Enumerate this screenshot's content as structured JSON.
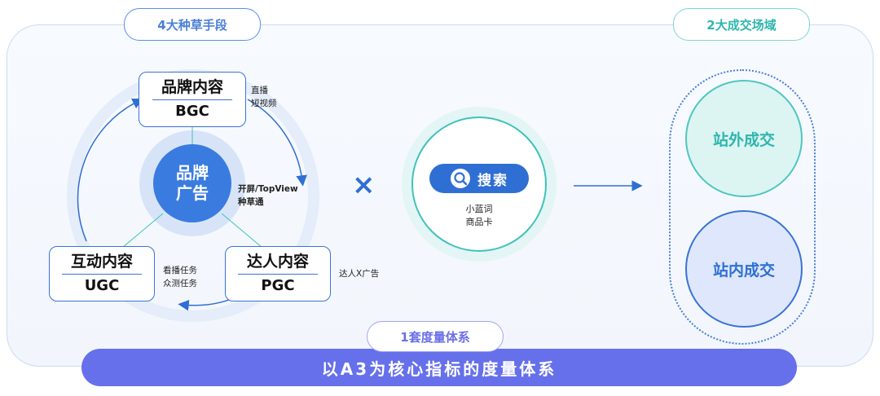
{
  "labels": {
    "seeding_methods": "4大种草手段",
    "deal_fields": "2大成交场域",
    "metric_system": "1套度量体系"
  },
  "nodes": {
    "bgc": {
      "cn": "品牌内容",
      "en": "BGC",
      "note": [
        "直播",
        "短视频"
      ]
    },
    "ugc": {
      "cn": "互动内容",
      "en": "UGC",
      "note": [
        "看播任务",
        "众测任务"
      ]
    },
    "pgc": {
      "cn": "达人内容",
      "en": "PGC",
      "note": [
        "达人X广告"
      ]
    },
    "brand_ad": {
      "lines": [
        "品牌",
        "广告"
      ],
      "note": [
        "开屏/TopView",
        "种草通"
      ]
    }
  },
  "operator": "×",
  "search": {
    "label": "搜索",
    "icon": "search-icon",
    "sub": [
      "小蓝词",
      "商品卡"
    ]
  },
  "deals": {
    "outside": "站外成交",
    "inside": "站内成交"
  },
  "bottom_banner": "以A3为核心指标的度量体系",
  "colors": {
    "primary_blue": "#2f6fd3",
    "teal": "#2fb6ad",
    "indigo": "#6670ea"
  }
}
